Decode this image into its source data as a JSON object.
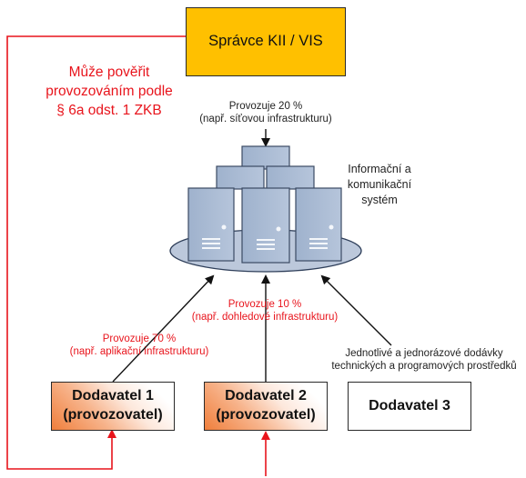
{
  "admin_box": {
    "label": "Správce KII / VIS",
    "color": "#FFC000"
  },
  "delegation_note": [
    "Může pověřit",
    "provozováním podle",
    "§ 6a odst. 1 ZKB"
  ],
  "admin_operates": [
    "Provozuje 20 %",
    "(např. síťovou infrastrukturu)"
  ],
  "system_label": [
    "Informační a",
    "komunikační",
    "systém"
  ],
  "supplier1_operates": [
    "Provozuje 70 %",
    "(např. aplikační infrastrukturu)"
  ],
  "supplier2_operates": [
    "Provozuje 10 %",
    "(např. dohledové infrastrukturu)"
  ],
  "supplier3_deliveries": [
    "Jednotlivé a jednorázové dodávky",
    "technických a programových prostředků"
  ],
  "suppliers": [
    {
      "line1": "Dodavatel 1",
      "line2": "(provozovatel)"
    },
    {
      "line1": "Dodavatel 2",
      "line2": "(provozovatel)"
    },
    {
      "line1": "Dodavatel 3"
    }
  ],
  "colors": {
    "red": "#E8141C",
    "server": "#A9BAD3",
    "platform": "#BCC8DB",
    "orange": "#F07F3C"
  }
}
